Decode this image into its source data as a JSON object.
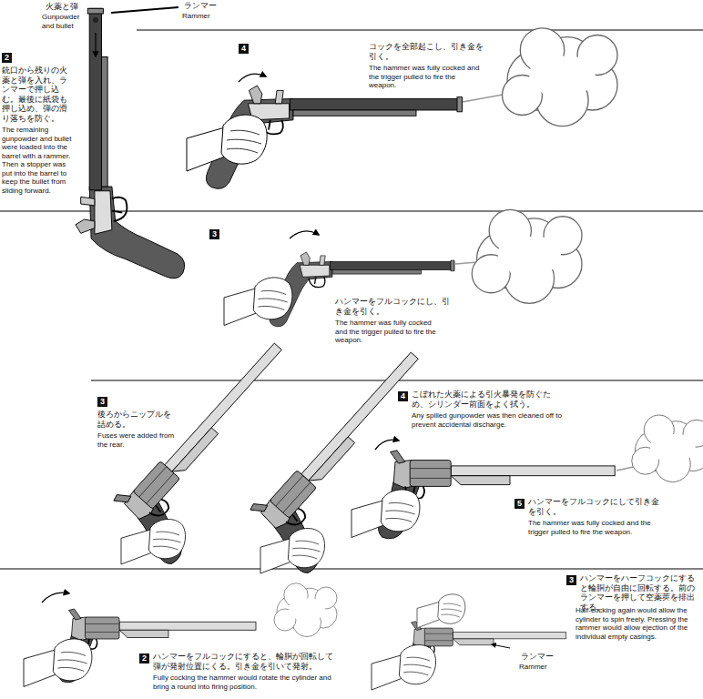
{
  "diagram": {
    "labels": [
      "火薬と弾",
      "Gunpowder and bullet",
      "ランマー",
      "Rammer",
      "2",
      "銃口から残りの火薬と弾を入れ、ランマーで押し込む。最後に紙袋も押し込め、弾の滑り落ちを防ぐ。",
      "The remaining gunpowder and bullet were loaded into the barrel with a rammer. Then a stopper was put into the barrel to keep the bullet from sliding forward.",
      "4",
      "コックを全部起こし、引き金を引く。",
      "The hammer was fully cocked and the trigger pulled to fire the weapon.",
      "3",
      "ハンマーをフルコックにし、引き金を引く。",
      "The hammer was fully cocked and the trigger pulled to fire the weapon.",
      "3",
      "後ろからニップルを詰める。",
      "Fuses were added from the rear.",
      "4",
      "こぼれた火薬による引火暴発を防ぐため、シリンダー前面をよく拭う。",
      "Any spilled gunpowder was then cleaned off to prevent accidental discharge.",
      "5",
      "ハンマーをフルコックにして引き金を引く。",
      "The hammer was fully cocked and the trigger pulled to fire the weapon.",
      "2",
      "ハンマーをフルコックにすると、輪胴が回転して弾が発射位置にくる。引き金を引いて発射。",
      "Fully cocking the hammer would rotate the cylinder and bring a round into firing position.",
      "3",
      "ハンマーをハーフコックにすると輪胴が自由に回転する。前のランマーを押して空薬莢を排出する。",
      "Half-cocking again would allow the cylinder to spin freely. Pressing the rammer would allow ejection of the individual empty casings.",
      "ランマー",
      "Rammer"
    ]
  }
}
